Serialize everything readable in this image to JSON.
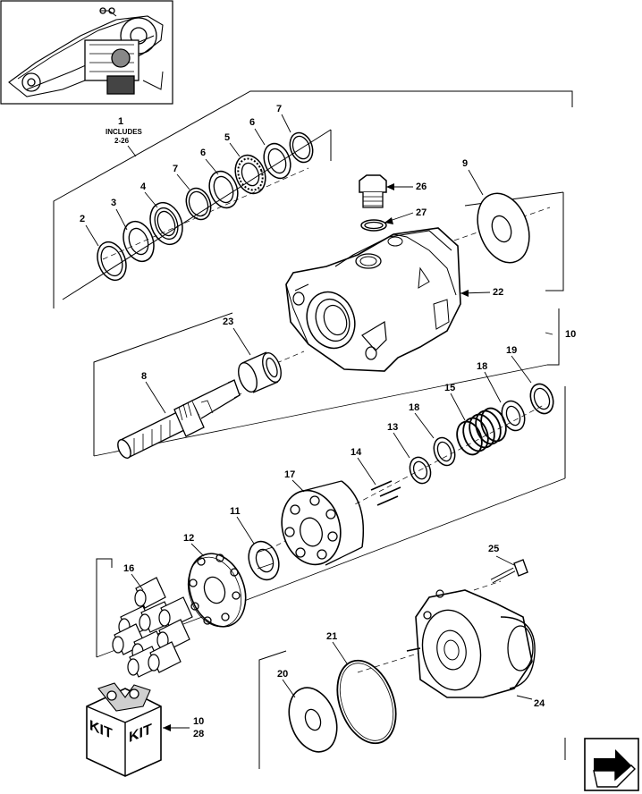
{
  "callouts": {
    "c1": "1",
    "c1_includes": "INCLUDES",
    "c1_range": "2-26",
    "c2": "2",
    "c3": "3",
    "c4": "4",
    "c5": "5",
    "c6a": "6",
    "c6b": "6",
    "c7a": "7",
    "c7b": "7",
    "c8": "8",
    "c9": "9",
    "c10a": "10",
    "c10b": "10",
    "c11": "11",
    "c12": "12",
    "c13": "13",
    "c14": "14",
    "c15": "15",
    "c16": "16",
    "c17": "17",
    "c18a": "18",
    "c18b": "18",
    "c19": "19",
    "c20": "20",
    "c21": "21",
    "c22": "22",
    "c23": "23",
    "c24": "24",
    "c25": "25",
    "c26": "26",
    "c27": "27",
    "c28": "28"
  },
  "kit": {
    "word_left": "KIT",
    "word_right": "KIT"
  },
  "icons": {
    "next_page": "next-page-arrow-icon",
    "location_thumbnail": "machine-location-thumbnail"
  },
  "colors": {
    "ink": "#000000",
    "paper": "#ffffff",
    "shade": "#d8d8d8"
  }
}
